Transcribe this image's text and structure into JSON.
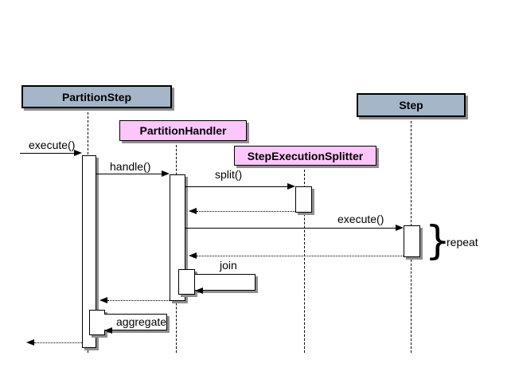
{
  "diagram_type": "uml-sequence-diagram",
  "participants": [
    {
      "label": "PartitionStep",
      "fill": "#a4b6c8"
    },
    {
      "label": "PartitionHandler",
      "fill": "#fdc6fa"
    },
    {
      "label": "StepExecutionSplitter",
      "fill": "#fdc6fa"
    },
    {
      "label": "Step",
      "fill": "#a4b6c8"
    }
  ],
  "messages": {
    "execute1": "execute()",
    "handle": "handle()",
    "split": "split()",
    "execute2": "execute()",
    "join": "join",
    "aggregate": "aggregate"
  },
  "annotation": {
    "brace": "}",
    "label": "repeat"
  },
  "return_arrow_count": 4,
  "colors": {
    "participant_blue": "#a4b6c8",
    "participant_pink": "#fdc6fa",
    "activation_fill": "#ffffff",
    "shadow": "#8f8f8f",
    "line": "#000000",
    "background": "#ffffff"
  }
}
